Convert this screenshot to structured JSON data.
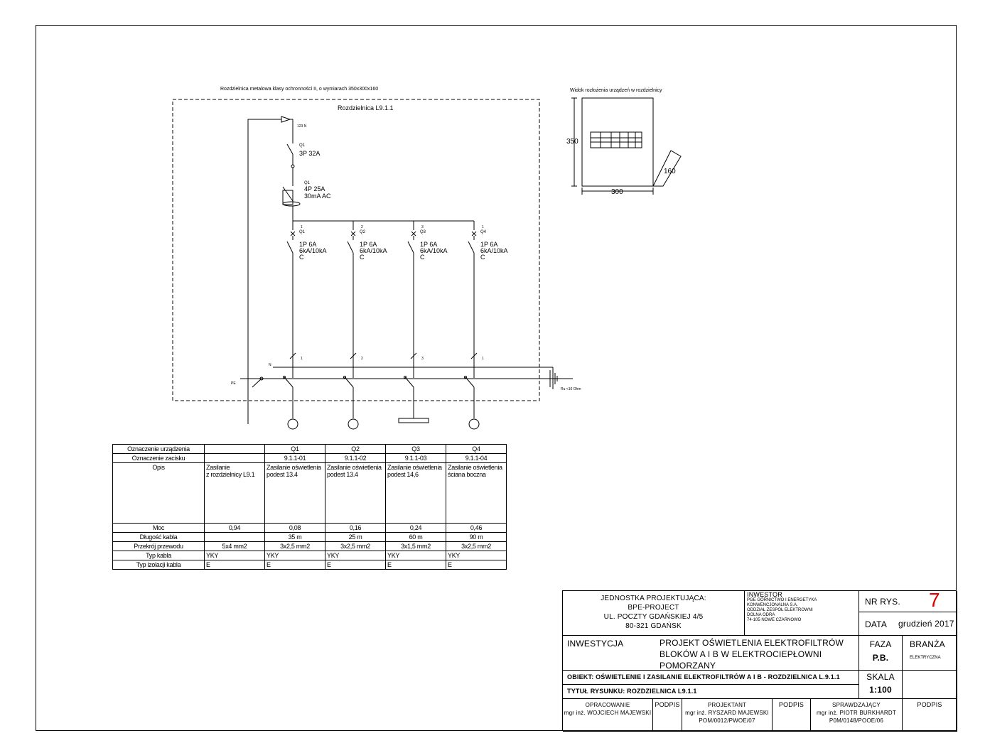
{
  "diagram": {
    "enclosure_note": "Rozdzielnica  metalowa klasy ochronności II, o wymiarach 350x300x160",
    "board_title": "Rozdzielnica L9.1.1",
    "layout_view_title": "Widok rozłożenia urządzeń w rozdzielnicy",
    "dim_height": "350",
    "dim_width": "300",
    "dim_depth": "160",
    "supply_label": "123 N",
    "main_switch": {
      "id": "Q1",
      "rating": "3P 32A"
    },
    "rcd": {
      "id": "Q1",
      "rating": "4P 25A",
      "sensitivity": "30mA AC"
    },
    "breakers": [
      {
        "phase": "1",
        "id": "Q1",
        "rating": "1P 6A",
        "breaking": "6kA/10kA",
        "curve": "C",
        "circuit": "1"
      },
      {
        "phase": "2",
        "id": "Q2",
        "rating": "1P 6A",
        "breaking": "6kA/10kA",
        "curve": "C",
        "circuit": "2"
      },
      {
        "phase": "3",
        "id": "Q3",
        "rating": "1P 6A",
        "breaking": "6kA/10kA",
        "curve": "C",
        "circuit": "3"
      },
      {
        "phase": "1",
        "id": "Q4",
        "rating": "1P 6A",
        "breaking": "6kA/10kA",
        "curve": "C",
        "circuit": "1"
      }
    ],
    "n_label": "N",
    "pe_label": "PE",
    "earth_note": "Ru <10 Ohm"
  },
  "table": {
    "row_labels": {
      "device": "Oznaczenie urządzenia",
      "terminal": "Oznaczenie zacisku",
      "desc": "Opis",
      "power": "Moc",
      "length": "Długość kabla",
      "section": "Przekrój przewodu",
      "cable_type": "Typ kabla",
      "insulation": "Typ izolacji kabla"
    },
    "supply": {
      "device": "",
      "terminal": "",
      "desc_line1": "Zasilanie",
      "desc_line2": "z rozdzielnicy L9.1",
      "power": "0,94",
      "length": "",
      "section": "5x4 mm2",
      "cable_type": "YKY",
      "insulation": "E"
    },
    "columns": [
      {
        "device": "Q1",
        "terminal": "9.1.1-01",
        "desc_line1": "Zasilanie oświetlenia",
        "desc_line2": "podest 13.4",
        "power": "0,08",
        "length": "35 m",
        "section": "3x2,5 mm2",
        "cable_type": "YKY",
        "insulation": "E"
      },
      {
        "device": "Q2",
        "terminal": "9.1.1-02",
        "desc_line1": "Zasilanie oświetlenia",
        "desc_line2": "podest 13.4",
        "power": "0,16",
        "length": "25 m",
        "section": "3x2,5 mm2",
        "cable_type": "YKY",
        "insulation": "E"
      },
      {
        "device": "Q3",
        "terminal": "9.1.1-03",
        "desc_line1": "Zasilanie oświetlenia",
        "desc_line2": "podest 14,6",
        "power": "0,24",
        "length": "60 m",
        "section": "3x1,5 mm2",
        "cable_type": "YKY",
        "insulation": "E"
      },
      {
        "device": "Q4",
        "terminal": "9.1.1-04",
        "desc_line1": "Zasilanie oświetlenia",
        "desc_line2": "ściana boczna",
        "power": "0,46",
        "length": "90 m",
        "section": "3x2,5 mm2",
        "cable_type": "YKY",
        "insulation": "E"
      }
    ]
  },
  "title_block": {
    "unit_label": "JEDNOSTKA PROJEKTUJĄCA:",
    "unit_name": "BPE-PROJECT",
    "unit_street": "UL. POCZTY GDAŃSKIEJ 4/5",
    "unit_city": "80-321 GDAŃSK",
    "investor_label": "INWESTOR",
    "investor_line1": "PGE GÓRNICTWO I ENERGETYKA",
    "investor_line2": "KONWENCJONALNA S.A.",
    "investor_line3": "ODDZIAŁ ZESPÓŁ ELEKTROWNI",
    "investor_line4": "DOLNA ODRA",
    "investor_line5": "74-105 NOWE CZARNOWO",
    "nr_label": "NR RYS.",
    "nr_value": "7",
    "date_label": "DATA",
    "date_value": "grudzień 2017",
    "inwestycja_label": "INWESTYCJA",
    "project_line1": "PROJEKT OŚWIETLENIA ELEKTROFILTRÓW",
    "project_line2": "BLOKÓW A I B W ELEKTROCIEPŁOWNI",
    "project_line3": "POMORZANY",
    "faza_label": "FAZA",
    "faza_value": "P.B.",
    "branza_label": "BRANŻA",
    "branza_value": "ELEKTRYCZNA",
    "obiekt": "OBIEKT: OŚWIETLENIE I ZASILANIE ELEKTROFILTRÓW A I B - ROZDZIELNICA L.9.1.1",
    "skala_label": "SKALA",
    "skala_value": "1:100",
    "tytul": "TYTUŁ  RYSUNKU: ROZDZIELNICA L9.1.1",
    "opracowanie_label": "OPRACOWANIE",
    "opracowanie_name": "mgr inż. WOJCIECH MAJEWSKI",
    "podpis1": "PODPIS",
    "projektant_label": "PROJEKTANT",
    "projektant_name": "mgr inż. RYSZARD MAJEWSKI",
    "projektant_perm": "POM/0012/PWOE/07",
    "podpis2": "PODPIS",
    "sprawdzajacy_label": "SPRAWDZAJĄCY",
    "sprawdzajacy_name": "mgr inż. PIOTR BURKHARDT",
    "sprawdzajacy_perm": "P0M/0148/POOE/06",
    "podpis3": "PODPIS"
  }
}
